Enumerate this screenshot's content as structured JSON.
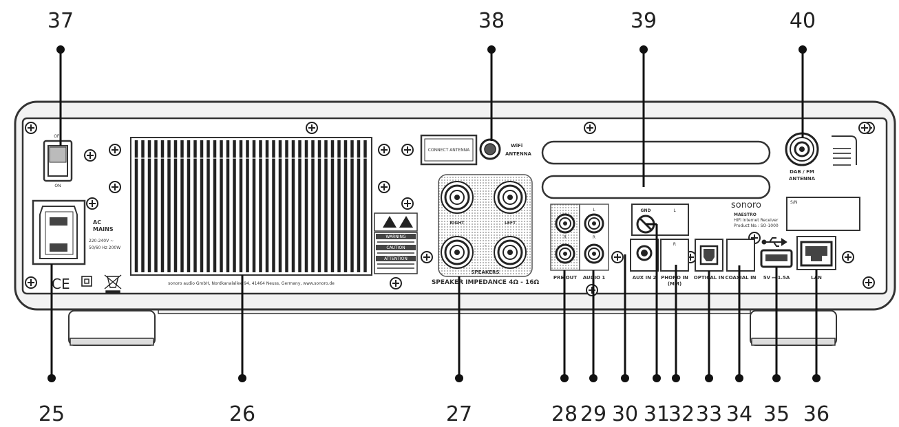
{
  "callouts": {
    "top": [
      {
        "num": "37"
      },
      {
        "num": "38"
      },
      {
        "num": "39"
      },
      {
        "num": "40"
      }
    ],
    "bottom": [
      {
        "num": "25"
      },
      {
        "num": "26"
      },
      {
        "num": "27"
      },
      {
        "num": "28"
      },
      {
        "num": "29"
      },
      {
        "num": "30"
      },
      {
        "num": "31"
      },
      {
        "num": "32"
      },
      {
        "num": "33"
      },
      {
        "num": "34"
      },
      {
        "num": "35"
      },
      {
        "num": "36"
      }
    ]
  },
  "panel": {
    "switch": {
      "off": "OFF",
      "on": "ON"
    },
    "mains": {
      "title": "AC",
      "title2": "MAINS",
      "voltage": "220-240V ~",
      "freq": "50/60 Hz 200W"
    },
    "cert": {
      "ce": "CE"
    },
    "heatsink_caption": "sonoro audio GmbH, Nordkanalallee 94, 41464 Neuss, Germany, www.sonoro.de",
    "antenna_sticker": "CONNECT ANTENNA",
    "wifi": {
      "line1": "WiFi",
      "line2": "ANTENNA"
    },
    "dab": {
      "line1": "DAB / FM",
      "line2": "ANTENNA"
    },
    "warnings": [
      "WARNING",
      "CAUTION",
      "ATTENTION"
    ],
    "speakers": {
      "title": "SPEAKERS",
      "right": "RIGHT",
      "left": "LEFT",
      "impedance": "SPEAKER IMPEDANCE 4Ω - 16Ω"
    },
    "pre_out": "PRE OUT",
    "audio_in1": "AUDIO 1",
    "aux_in2": "AUX IN 2",
    "gnd": "GND",
    "phono": {
      "line1": "PHONO IN",
      "line2": "(MM)"
    },
    "optical": "OPTICAL IN",
    "coaxial": "COAXIAL IN",
    "usb": "5V ⎓ 1.5A",
    "lan": "LAN",
    "brand": "sonoro",
    "model": {
      "line1": "MAESTRO",
      "line2": "HiFi Internet Receiver",
      "line3": "Product No.: SO-1000"
    },
    "sn": "S/N"
  }
}
